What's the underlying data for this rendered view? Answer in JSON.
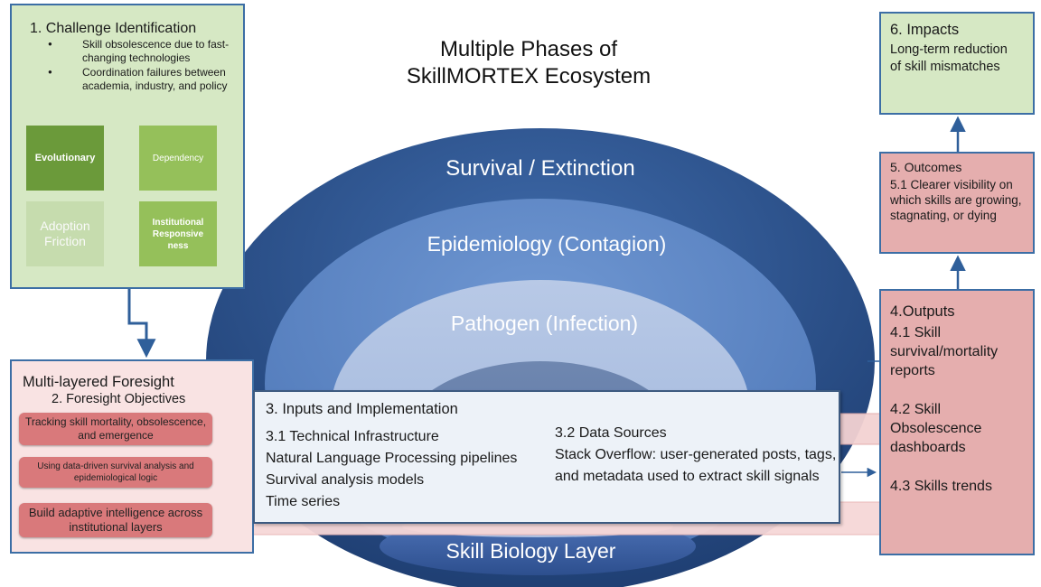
{
  "title": {
    "line1": "Multiple Phases of",
    "line2": "SkillMORTEX Ecosystem"
  },
  "layers": {
    "outer": "Survival / Extinction",
    "second": "Epidemiology (Contagion)",
    "third": "Pathogen (Infection)",
    "base": "Skill Biology Layer"
  },
  "challenge": {
    "heading": "1. Challenge Identification",
    "bullets": [
      "Skill obsolescence due to fast-changing technologies",
      "Coordination failures between academia, industry, and policy"
    ],
    "tiles": [
      "Evolutionary",
      "Dependency",
      "Adoption Friction",
      "Institutional Responsive ness"
    ]
  },
  "foresight": {
    "heading": "Multi-layered Foresight",
    "subheading": "2. Foresight Objectives",
    "objectives": [
      "Tracking skill mortality, obsolescence, and emergence",
      "Using data-driven survival analysis and epidemiological logic",
      "Build adaptive intelligence across institutional layers"
    ]
  },
  "inputs": {
    "heading": "3. Inputs and Implementation",
    "left_heading": "3.1 Technical Infrastructure",
    "left_items": [
      "Natural Language Processing pipelines",
      "Survival analysis models",
      "Time series"
    ],
    "right_heading": "3.2 Data Sources",
    "right_text": "Stack Overflow: user-generated posts, tags, and metadata used to extract skill signals"
  },
  "outputs": {
    "heading": "4.Outputs",
    "item1": "4.1 Skill survival/mortality reports",
    "item2": "4.2 Skill Obsolescence dashboards",
    "item3": "4.3 Skills trends"
  },
  "outcomes": {
    "heading": "5. Outcomes",
    "text": "5.1 Clearer visibility on which skills are growing, stagnating, or dying"
  },
  "impacts": {
    "heading": "6. Impacts",
    "text": "Long-term reduction of skill mismatches"
  },
  "colors": {
    "outer_ring": "#2b4f8a",
    "second_ring": "#5a84c4",
    "third_ring": "#a9bde0",
    "core": "#6c86b5",
    "green_box": "#d6e8c4",
    "pink_box": "#e5aeae",
    "border_blue": "#3c6ea5",
    "tile_dark": "#6b9a3a",
    "tile_light": "#95c05a",
    "pill": "#d9797b"
  }
}
